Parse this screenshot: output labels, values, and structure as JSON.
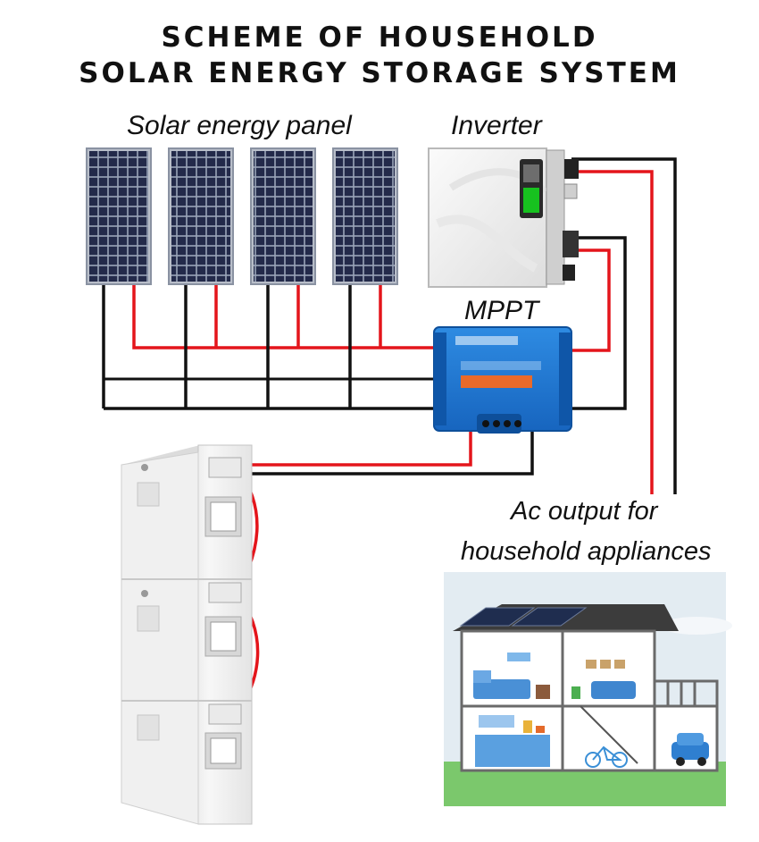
{
  "title_line1": "SCHEME OF HOUSEHOLD",
  "title_line2": "SOLAR ENERGY STORAGE SYSTEM",
  "labels": {
    "solar_panel": "Solar energy panel",
    "inverter": "Inverter",
    "mppt": "MPPT",
    "ac_output_line1": "Ac output for",
    "ac_output_line2": "household appliances"
  },
  "colors": {
    "positive_wire": "#e4151b",
    "negative_wire": "#111111",
    "mppt_body": "#1f7ad6",
    "panel_cell": "#232a4a",
    "inverter_display": "#17c21f",
    "house_sky": "#e3ecf2",
    "house_lawn": "#7bc86c"
  },
  "panels": [
    {
      "name": "panel-1"
    },
    {
      "name": "panel-2"
    },
    {
      "name": "panel-3"
    },
    {
      "name": "panel-4"
    }
  ]
}
